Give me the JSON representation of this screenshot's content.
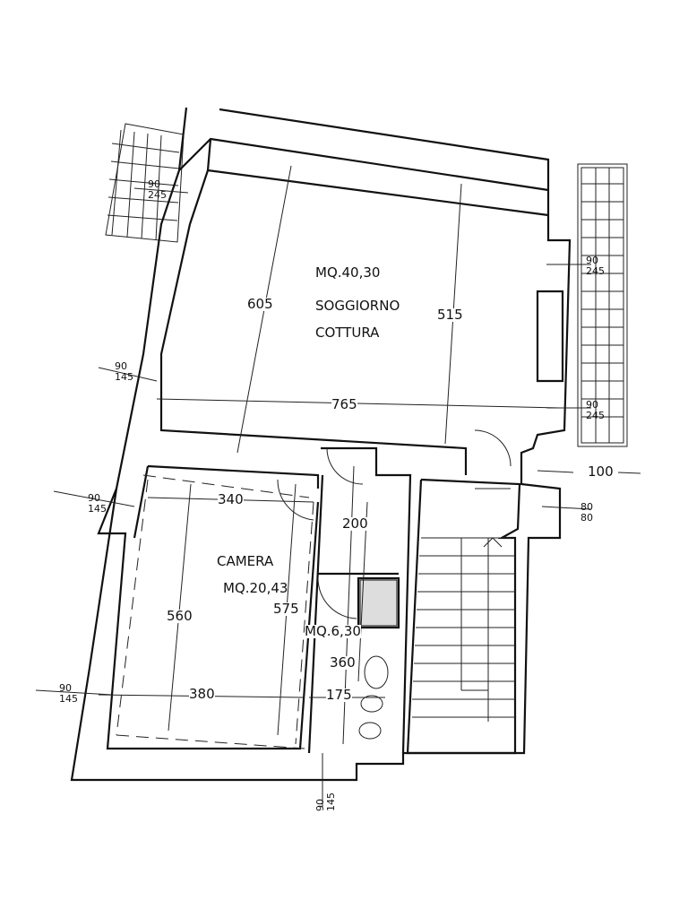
{
  "rooms": [
    {
      "area": "MQ.40,30",
      "name": "SOGGIORNO",
      "name2": "COTTURA"
    },
    {
      "name": "CAMERA",
      "area": "MQ.20,43"
    },
    {
      "area": "MQ.6,30"
    }
  ],
  "dimensions": {
    "living_left": "605",
    "living_right": "515",
    "living_width": "765",
    "bedroom_top": "340",
    "bedroom_bottom": "380",
    "bedroom_left": "560",
    "bedroom_right": "575",
    "hall_depth": "200",
    "bath_depth": "360",
    "bath_width": "175",
    "landing": "100"
  },
  "windows": [
    {
      "w": "90",
      "h": "245"
    },
    {
      "w": "90",
      "h": "245"
    },
    {
      "w": "90",
      "h": "245"
    },
    {
      "w": "90",
      "h": "145"
    },
    {
      "w": "90",
      "h": "145"
    },
    {
      "w": "90",
      "h": "145"
    },
    {
      "w": "90",
      "h": "145"
    },
    {
      "w": "80",
      "h": "80"
    }
  ]
}
